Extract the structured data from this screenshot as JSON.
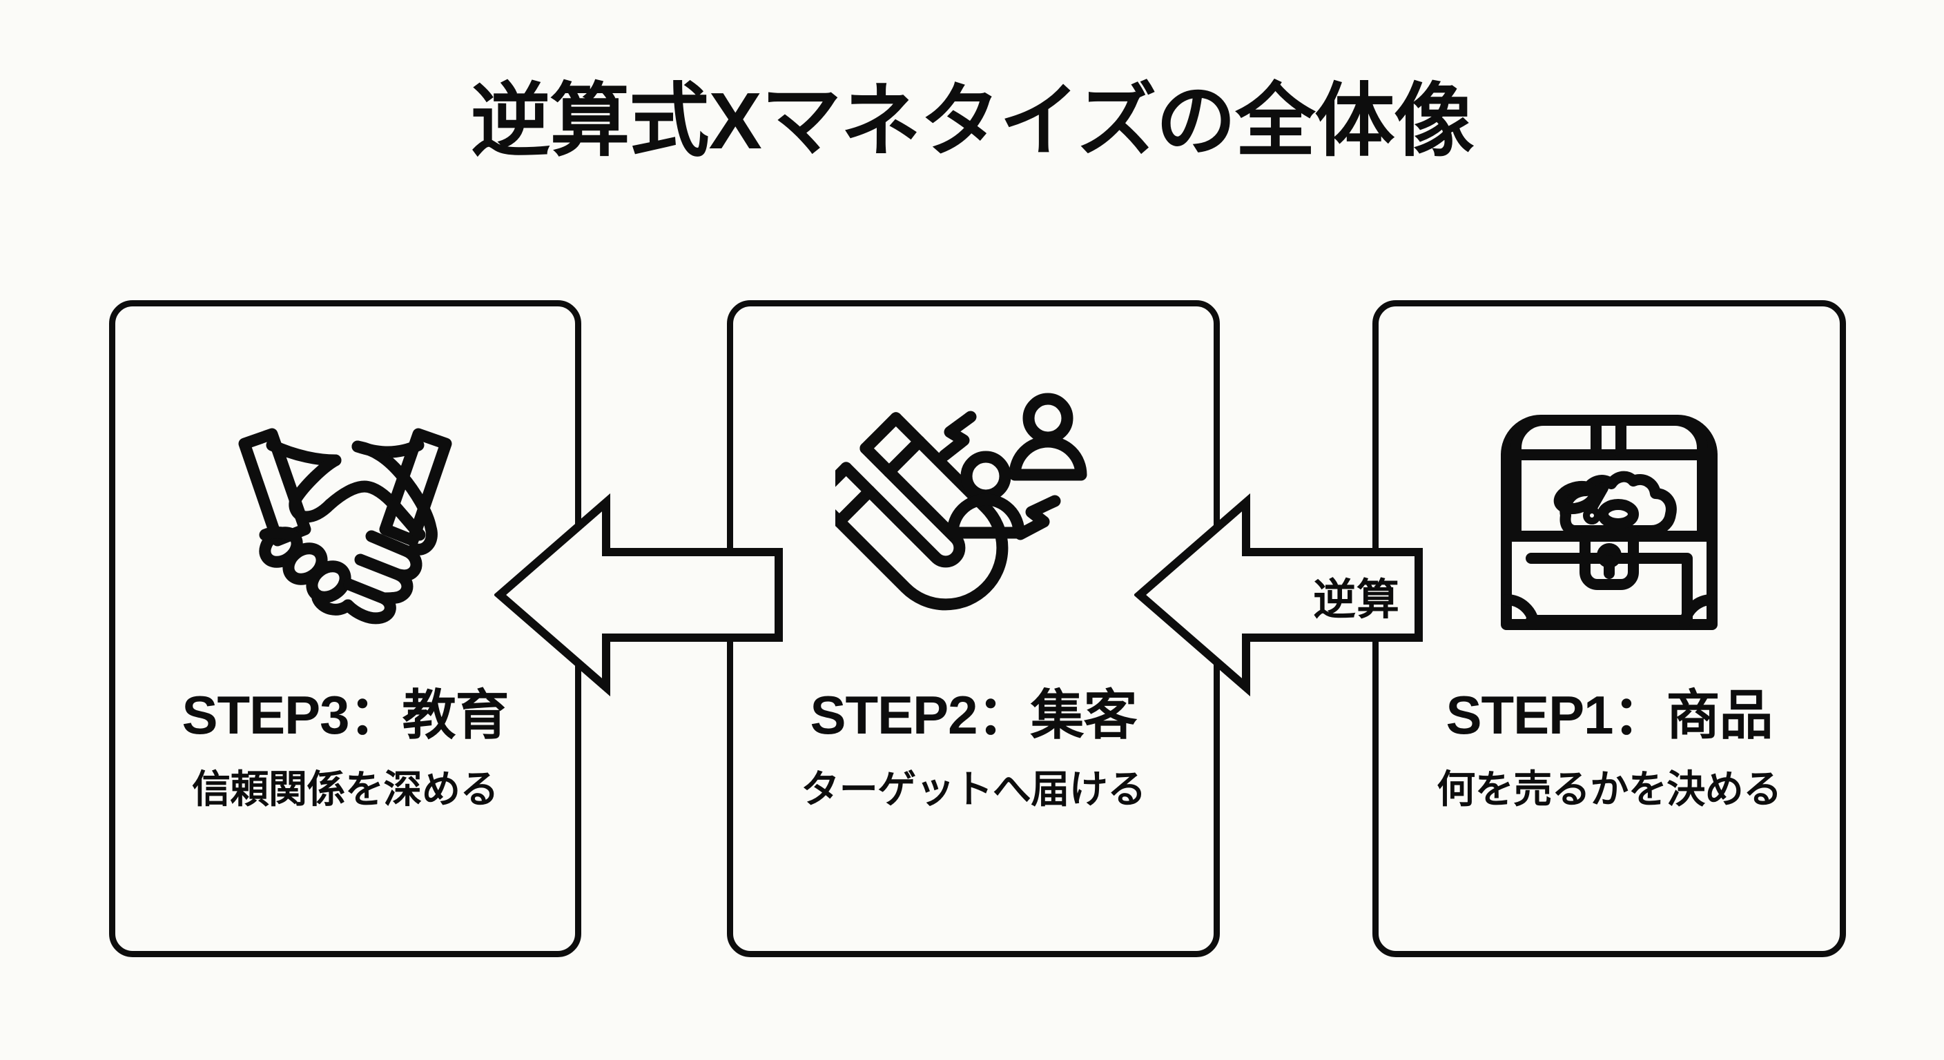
{
  "page": {
    "title": "逆算式Xマネタイズの全体像",
    "background_color": "#fbfbf8",
    "ink_color": "#0d0d0d"
  },
  "cards": [
    {
      "id": "step3",
      "icon": "handshake-icon",
      "title": "STEP3：教育",
      "subtitle": "信頼関係を深める"
    },
    {
      "id": "step2",
      "icon": "magnet-attract-people-icon",
      "title": "STEP2：集客",
      "subtitle": "ターゲットへ届ける"
    },
    {
      "id": "step1",
      "icon": "treasure-chest-icon",
      "title": "STEP1：商品",
      "subtitle": "何を売るかを決める"
    }
  ],
  "arrows": [
    {
      "id": "arrow-left",
      "direction": "left",
      "label": ""
    },
    {
      "id": "arrow-right",
      "direction": "left",
      "label": "逆算"
    }
  ]
}
